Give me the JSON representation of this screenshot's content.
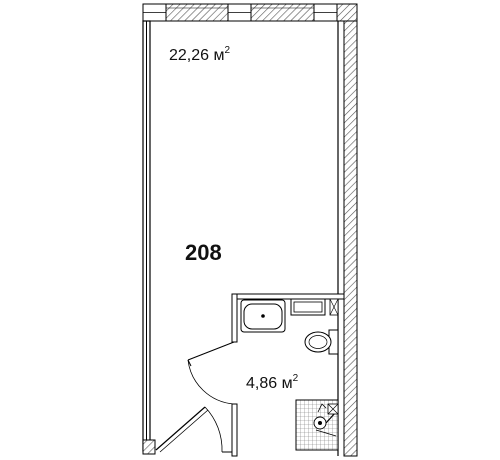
{
  "plan": {
    "unit_number": "208",
    "main_room": {
      "area_value": "22,26 м",
      "area_exponent": "2"
    },
    "bathroom": {
      "area_value": "4,86 м",
      "area_exponent": "2"
    }
  },
  "colors": {
    "line": "#000000",
    "hatch": "#555555",
    "window_fill": "#ffffff",
    "background": "#ffffff"
  }
}
